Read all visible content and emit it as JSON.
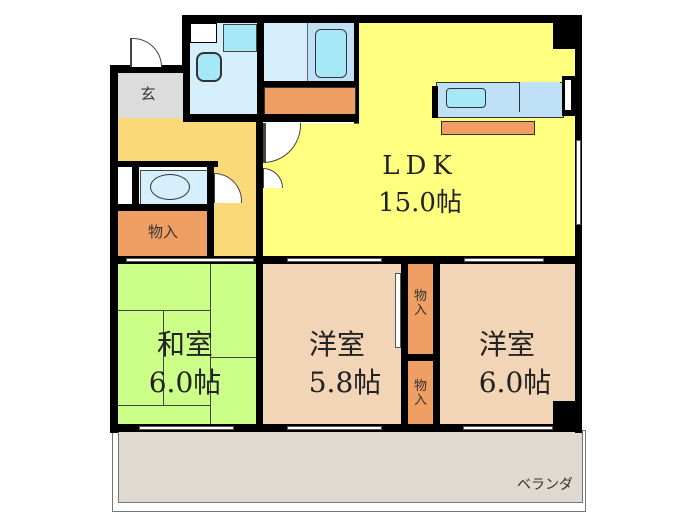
{
  "floorplan": {
    "rooms": [
      {
        "id": "ldk",
        "name": "LDK",
        "size": "15.0帖",
        "color": "#ffff80"
      },
      {
        "id": "washitsu",
        "name": "和室",
        "size": "6.0帖",
        "color": "#ccff88"
      },
      {
        "id": "yoshitsu1",
        "name": "洋室",
        "size": "5.8帖",
        "color": "#f2d4b6"
      },
      {
        "id": "yoshitsu2",
        "name": "洋室",
        "size": "6.0帖",
        "color": "#f2d4b6"
      },
      {
        "id": "genkan",
        "name": "玄",
        "color": "#dcdcdc"
      },
      {
        "id": "hallway",
        "color": "#fbd978"
      },
      {
        "id": "bath",
        "color": "#d6effc"
      },
      {
        "id": "toilet",
        "color": "#d6effc"
      }
    ],
    "storage": [
      {
        "id": "storage-hall",
        "label": "物入",
        "color": "#ef9f63"
      },
      {
        "id": "storage-yoshitsu1",
        "label": "物\n入",
        "color": "#ef9f63"
      },
      {
        "id": "storage-yoshitsu2",
        "label": "物\n入",
        "color": "#ef9f63"
      }
    ],
    "veranda": {
      "label": "ベランダ",
      "color": "#e0d9d0"
    },
    "colors": {
      "wall": "#000000",
      "fixture": "#a6e8f8",
      "counter": "#ef9f63"
    }
  }
}
